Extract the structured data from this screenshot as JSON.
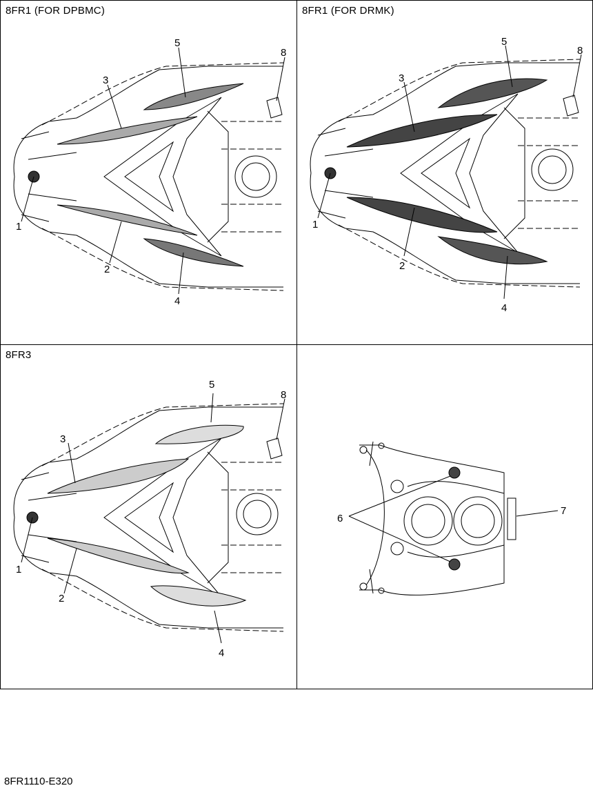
{
  "panels": [
    {
      "title": "8FR1 (FOR DPBMC)",
      "callouts": [
        "1",
        "2",
        "3",
        "4",
        "5",
        "8"
      ],
      "decal_style": "stippled-stripe"
    },
    {
      "title": "8FR1 (FOR DRMK)",
      "callouts": [
        "1",
        "2",
        "3",
        "4",
        "5",
        "8"
      ],
      "decal_style": "dense-flame"
    },
    {
      "title": "8FR3",
      "callouts": [
        "1",
        "2",
        "3",
        "4",
        "5",
        "8"
      ],
      "decal_style": "outlined-flame"
    },
    {
      "title": "",
      "callouts": [
        "6",
        "7"
      ],
      "decal_style": "rear-view"
    }
  ],
  "footer": {
    "code": "8FR1110-E320"
  }
}
